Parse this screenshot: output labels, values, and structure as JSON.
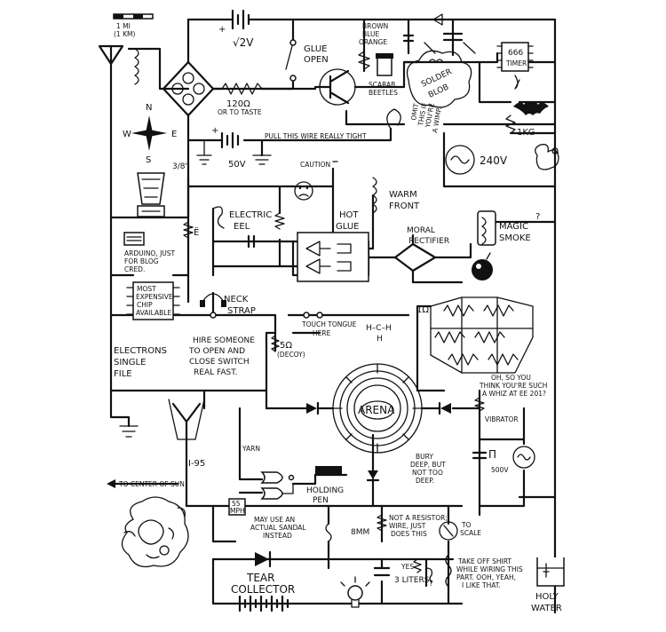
{
  "scale": {
    "top": "1 mi",
    "bottom": "(1 km)"
  },
  "labels": {
    "v12": "√2V",
    "glue_open": [
      "GLUE",
      "OPEN"
    ],
    "brown_blue_orange": [
      "BROWN",
      "BLUE",
      "ORANGE"
    ],
    "scarab_beetles": [
      "SCARAB",
      "BEETLES"
    ],
    "solder_blob": [
      "SOLDER",
      "BLOB"
    ],
    "timer": [
      "666",
      "TIMER"
    ],
    "r120": "120Ω",
    "or_to_taste": "OR TO TASTE",
    "compass": {
      "n": "N",
      "s": "S",
      "e": "E",
      "w": "W"
    },
    "pull_wire": "PULL THIS WIRE REALLY TIGHT",
    "v50": "50V",
    "three_eighths": "3/8\"",
    "omit_wimp": [
      "OMIT",
      "THIS IF",
      "YOU'RE",
      "A WIMP."
    ],
    "v240": "240V",
    "kg1": "1kg",
    "caution": "CAUTION",
    "warm_front": [
      "WARM",
      "FRONT"
    ],
    "electric_eel": [
      "ELECTRIC",
      "EEL"
    ],
    "hot_glue": [
      "HOT",
      "GLUE"
    ],
    "e_dot": "ë",
    "magic_smoke": [
      "MAGIC",
      "SMOKE"
    ],
    "question": "?",
    "moral_rectifier": [
      "MORAL",
      "RECTIFIER"
    ],
    "arduino": [
      "ARDUINO, JUST",
      "FOR BLOG",
      "CRED."
    ],
    "expensive_chip": [
      "MOST",
      "EXPENSIVE",
      "CHIP",
      "AVAILABLE"
    ],
    "neck_strap": [
      "NECK",
      "STRAP"
    ],
    "touch_tongue": [
      "TOUCH TONGUE",
      "HERE"
    ],
    "hch": "H–C–H",
    "h_bottom": "H",
    "one_ohm": "1Ω",
    "electrons": [
      "ELECTRONS",
      "SINGLE",
      "FILE"
    ],
    "hire_someone": [
      "HIRE SOMEONE",
      "TO OPEN AND",
      "CLOSE SWITCH",
      "REAL FAST."
    ],
    "five_ohm": "5Ω",
    "decoy": "(DECOY)",
    "whiz": [
      "OH, SO YOU",
      "THINK YOU'RE SUCH",
      "A WHIZ AT EE 201?"
    ],
    "arena": "ARENA",
    "vibrator": "VIBRATOR",
    "pi": "π",
    "v500": "500V",
    "i95": "I-95",
    "yarn": "YARN",
    "bury_deep": [
      "BURY",
      "DEEP, BUT",
      "NOT TOO",
      "DEEP."
    ],
    "to_center_of_sun": "TO CENTER OF SUN",
    "holding_pen": [
      "HOLDING",
      "PEN"
    ],
    "mph55": [
      "55",
      "MPH"
    ],
    "sandal": [
      "MAY USE AN",
      "ACTUAL SANDAL",
      "INSTEAD"
    ],
    "eight_mm": "8mm",
    "not_resistor": [
      "NOT A RESISTOR;",
      "WIRE, JUST",
      "DOES THIS"
    ],
    "to_scale": [
      "TO",
      "SCALE"
    ],
    "yes": "YES",
    "three_liters": "3 LITERS",
    "take_off_shirt": [
      "TAKE OFF SHIRT",
      "WHILE WIRING THIS",
      "PART. OOH, YEAH,",
      "I LIKE THAT."
    ],
    "tear_collector": [
      "TEAR",
      "COLLECTOR"
    ],
    "holy_water": [
      "HOLY",
      "WATER"
    ]
  }
}
